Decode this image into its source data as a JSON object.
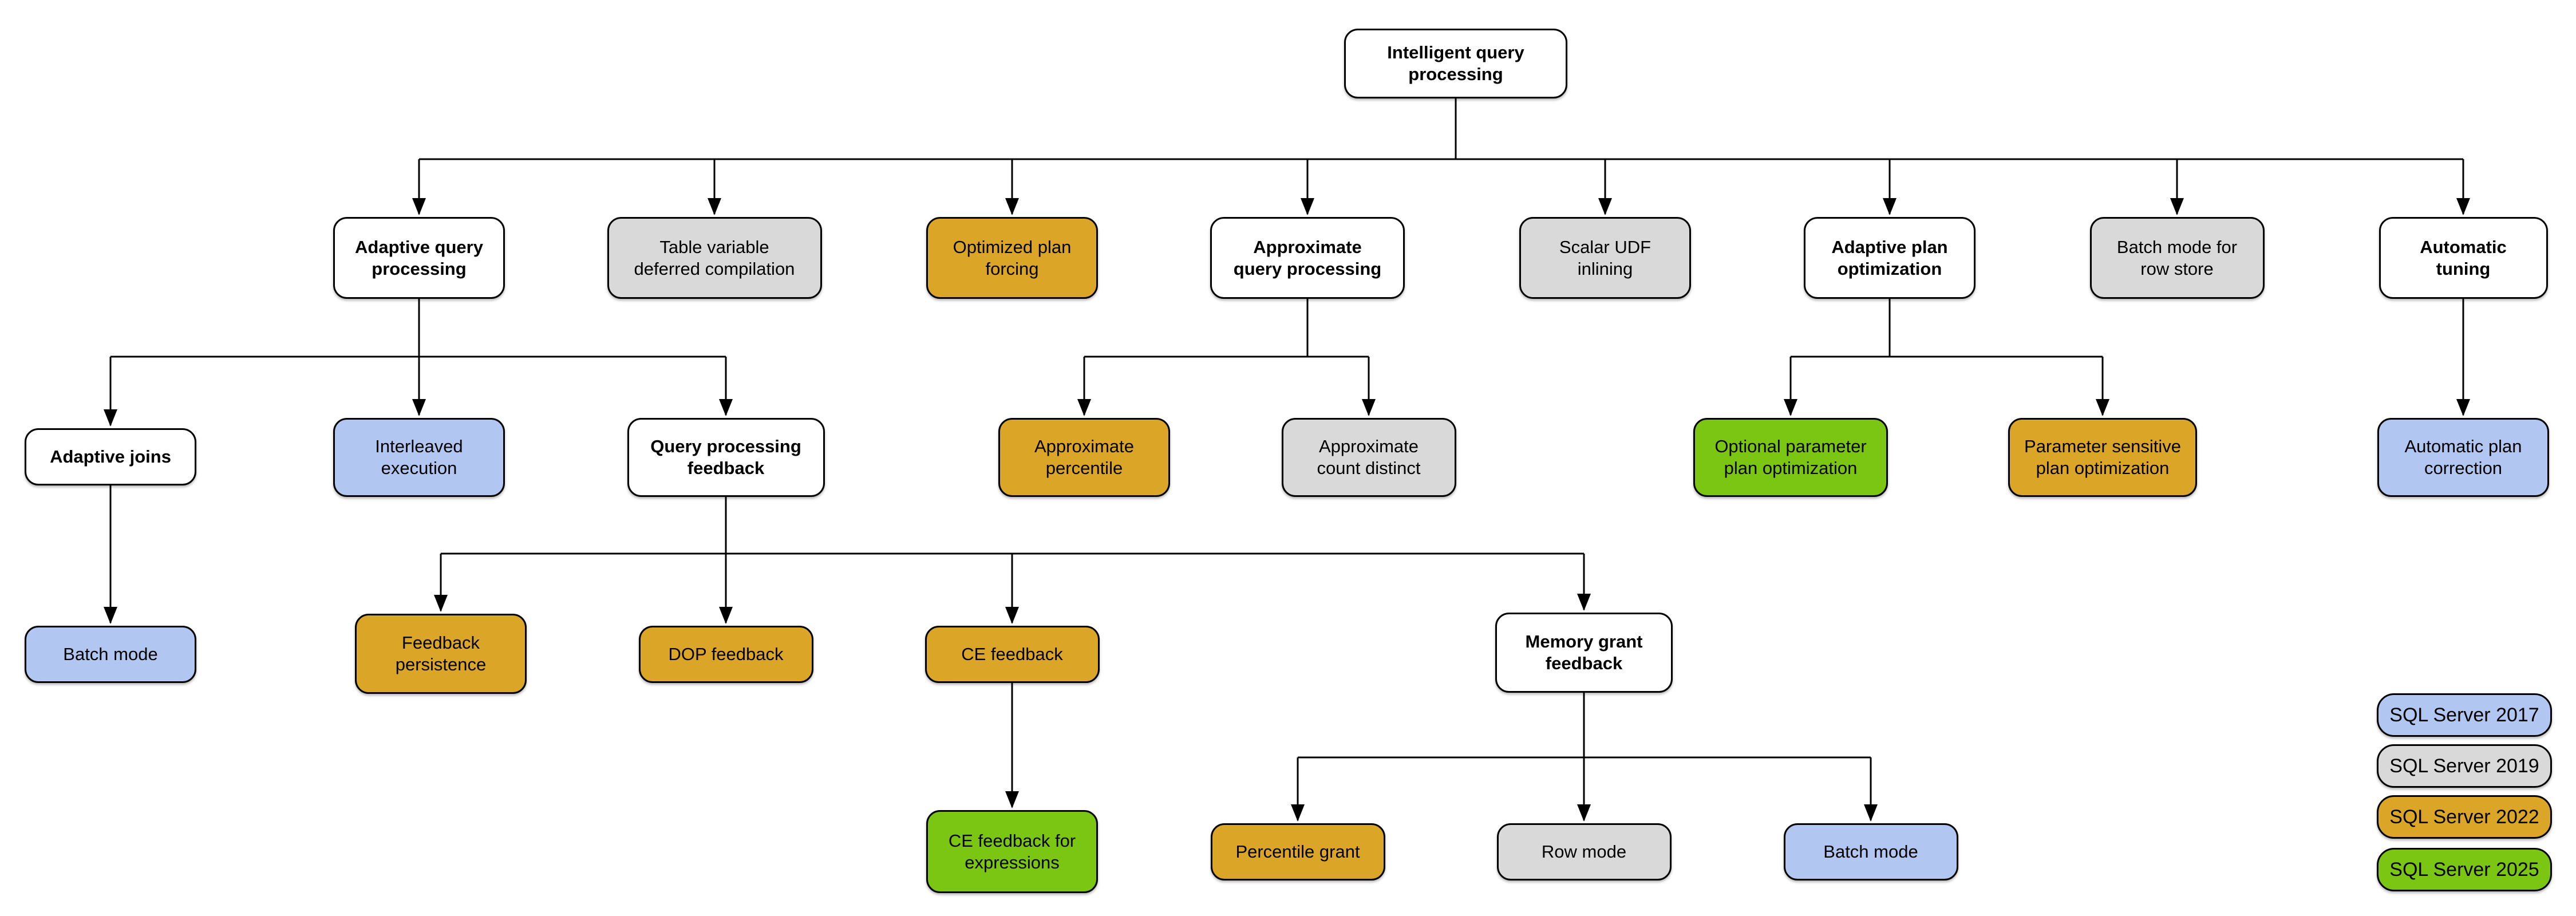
{
  "diagram": {
    "title": "Intelligent query processing",
    "colors": {
      "parent": "#FFFFFF",
      "sql2017": "#B1C6F0",
      "sql2019": "#D9D9D9",
      "sql2022": "#DBA628",
      "sql2025": "#7AC612",
      "line": "#000000"
    },
    "nodes": [
      {
        "id": "intelligent-query-processing",
        "label": "Intelligent query\nprocessing",
        "category": "parent"
      },
      {
        "id": "adaptive-query-processing",
        "label": "Adaptive query\nprocessing",
        "category": "parent"
      },
      {
        "id": "table-variable-deferred-compilation",
        "label": "Table variable\ndeferred compilation",
        "category": "sql2019"
      },
      {
        "id": "optimized-plan-forcing",
        "label": "Optimized plan\nforcing",
        "category": "sql2022"
      },
      {
        "id": "approximate-query-processing",
        "label": "Approximate\nquery processing",
        "category": "parent"
      },
      {
        "id": "scalar-udf-inlining",
        "label": "Scalar UDF\ninlining",
        "category": "sql2019"
      },
      {
        "id": "adaptive-plan-optimization",
        "label": "Adaptive plan\noptimization",
        "category": "parent"
      },
      {
        "id": "batch-mode-for-row-store",
        "label": "Batch mode for\nrow store",
        "category": "sql2019"
      },
      {
        "id": "automatic-tuning",
        "label": "Automatic\ntuning",
        "category": "parent"
      },
      {
        "id": "adaptive-joins",
        "label": "Adaptive joins",
        "category": "parent"
      },
      {
        "id": "interleaved-execution",
        "label": "Interleaved\nexecution",
        "category": "sql2017"
      },
      {
        "id": "query-processing-feedback",
        "label": "Query processing\nfeedback",
        "category": "parent"
      },
      {
        "id": "approximate-percentile",
        "label": "Approximate\npercentile",
        "category": "sql2022"
      },
      {
        "id": "approximate-count-distinct",
        "label": "Approximate\ncount distinct",
        "category": "sql2019"
      },
      {
        "id": "optional-parameter-plan-optimization",
        "label": "Optional parameter\nplan optimization",
        "category": "sql2025"
      },
      {
        "id": "parameter-sensitive-plan-optimization",
        "label": "Parameter sensitive\nplan optimization",
        "category": "sql2022"
      },
      {
        "id": "automatic-plan-correction",
        "label": "Automatic plan\ncorrection",
        "category": "sql2017"
      },
      {
        "id": "batch-mode-adaptive-joins",
        "label": "Batch mode",
        "category": "sql2017"
      },
      {
        "id": "feedback-persistence",
        "label": "Feedback\npersistence",
        "category": "sql2022"
      },
      {
        "id": "dop-feedback",
        "label": "DOP feedback",
        "category": "sql2022"
      },
      {
        "id": "ce-feedback",
        "label": "CE feedback",
        "category": "sql2022"
      },
      {
        "id": "memory-grant-feedback",
        "label": "Memory grant\nfeedback",
        "category": "parent"
      },
      {
        "id": "ce-feedback-for-expressions",
        "label": "CE feedback for\nexpressions",
        "category": "sql2025"
      },
      {
        "id": "percentile-grant",
        "label": "Percentile grant",
        "category": "sql2022"
      },
      {
        "id": "row-mode",
        "label": "Row mode",
        "category": "sql2019"
      },
      {
        "id": "batch-mode-memory-grant",
        "label": "Batch mode",
        "category": "sql2017"
      }
    ],
    "legend": [
      {
        "id": "sql-server-2017",
        "label": "SQL Server 2017",
        "category": "sql2017"
      },
      {
        "id": "sql-server-2019",
        "label": "SQL Server 2019",
        "category": "sql2019"
      },
      {
        "id": "sql-server-2022",
        "label": "SQL Server 2022",
        "category": "sql2022"
      },
      {
        "id": "sql-server-2025",
        "label": "SQL Server 2025",
        "category": "sql2025"
      }
    ]
  }
}
